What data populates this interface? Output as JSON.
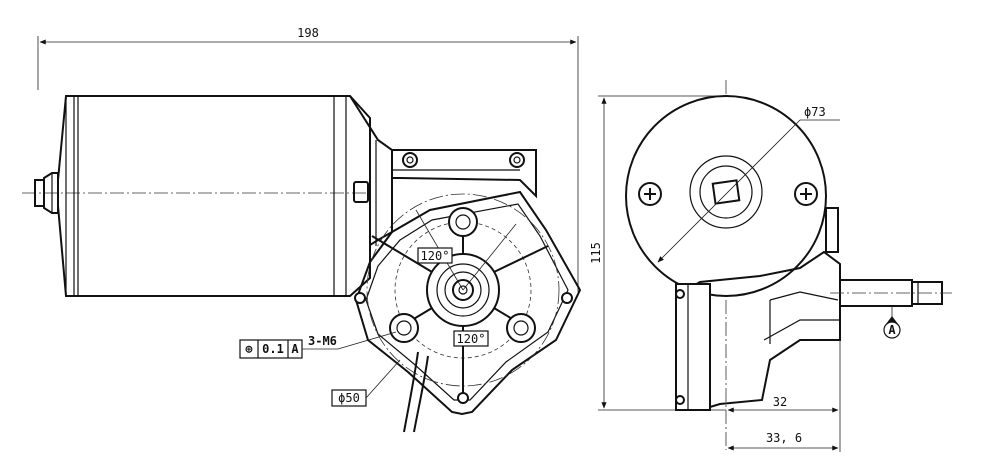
{
  "dimensions": {
    "overall_length": "198",
    "height": "115",
    "motor_diameter": "ϕ73",
    "bolt_circle": "ϕ50",
    "angle_upper": "120°",
    "angle_lower": "120°",
    "screw_spec": "3-M6",
    "shaft_offset": "32",
    "shaft_offset_total": "33, 6"
  },
  "tolerance_frame": {
    "symbol": "⊕",
    "value": "0.1",
    "datum": "A"
  },
  "datum_label": "A"
}
